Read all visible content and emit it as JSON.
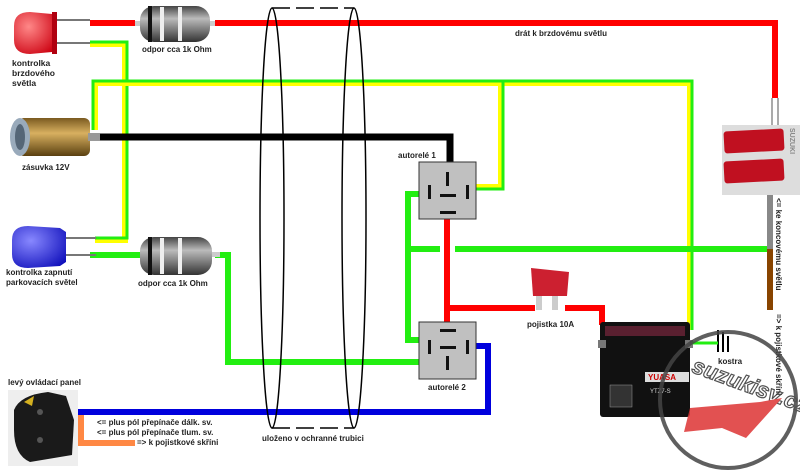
{
  "diagram": {
    "title": "Wiring diagram – LED indicators, 12V socket and relays",
    "colors": {
      "red": "#ff0000",
      "green": "#22ee11",
      "yellow": "#ffff00",
      "black": "#000000",
      "blue": "#0000dd",
      "orange": "#ff8844",
      "grey": "#888888",
      "brown": "#884400",
      "relay_fill": "#c0c0c0"
    },
    "labels": {
      "brake_led": [
        "kontrolka",
        "brzdového",
        "světla"
      ],
      "resistor_top": "odpor cca 1k Ohm",
      "resistor_bottom": "odpor cca 1k Ohm",
      "socket": "zásuvka 12V",
      "parking_led": [
        "kontrolka zapnutí",
        "parkovacích světel"
      ],
      "brake_wire": "drát k brzdovému světlu",
      "relay1": "autorelé 1",
      "relay2": "autorelé 2",
      "fuse": "pojistka 10A",
      "ground": "kostra",
      "tube": "uloženo v ochranné trubici",
      "left_panel": "levý ovládací panel",
      "panel_notes": [
        "<= plus pól přepínače dálk. sv.",
        "<= plus pól přepínače tlum. sv.",
        "=> k pojistkové skříni"
      ],
      "tail_light_note": "<= ke koncovému světlu",
      "fusebox_note": "=> k pojistkové skříni",
      "battery_brand": "YUASA",
      "battery_model": "YTZ7-S",
      "tail_brand": "SUZUKI",
      "watermark": "suzukisv.cz",
      "watermark_logo": "SV"
    }
  }
}
